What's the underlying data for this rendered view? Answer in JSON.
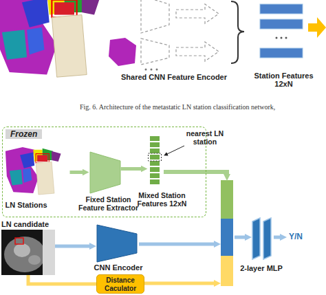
{
  "diagram": {
    "caption": "Fig. 6. Architecture of the metastatic LN station classification network,",
    "nodes": [
      {
        "text": [
          "Shared CNN Feature Encoder"
        ]
      },
      {
        "text": [
          "Station Features 12xN"
        ]
      },
      {
        "text": [
          "Frozen"
        ]
      },
      {
        "text": [
          "LN Stations"
        ],
        "in": 2
      },
      {
        "text": [
          "Fixed Station Feature Extractor"
        ],
        "in": 2
      },
      {
        "text": [
          "Mixed Station Features 12xN"
        ],
        "in": 2
      },
      {
        "text": [
          "LN candidate"
        ]
      },
      {
        "text": [
          "CNN Encoder"
        ]
      },
      {
        "text": [
          "Distance Caculator"
        ]
      },
      {
        "text": [
          "2-layer MLP"
        ]
      }
    ],
    "edges": [
      {
        "from": 3,
        "to": 4,
        "arrow": "to"
      },
      {
        "from": 4,
        "to": 5,
        "arrow": "to"
      },
      {
        "from": 6,
        "to": 7,
        "arrow": "to"
      },
      {
        "from": 6,
        "to": 8,
        "arrow": "none"
      }
    ],
    "labels": [
      "nearest LN station",
      "Y/N"
    ]
  }
}
